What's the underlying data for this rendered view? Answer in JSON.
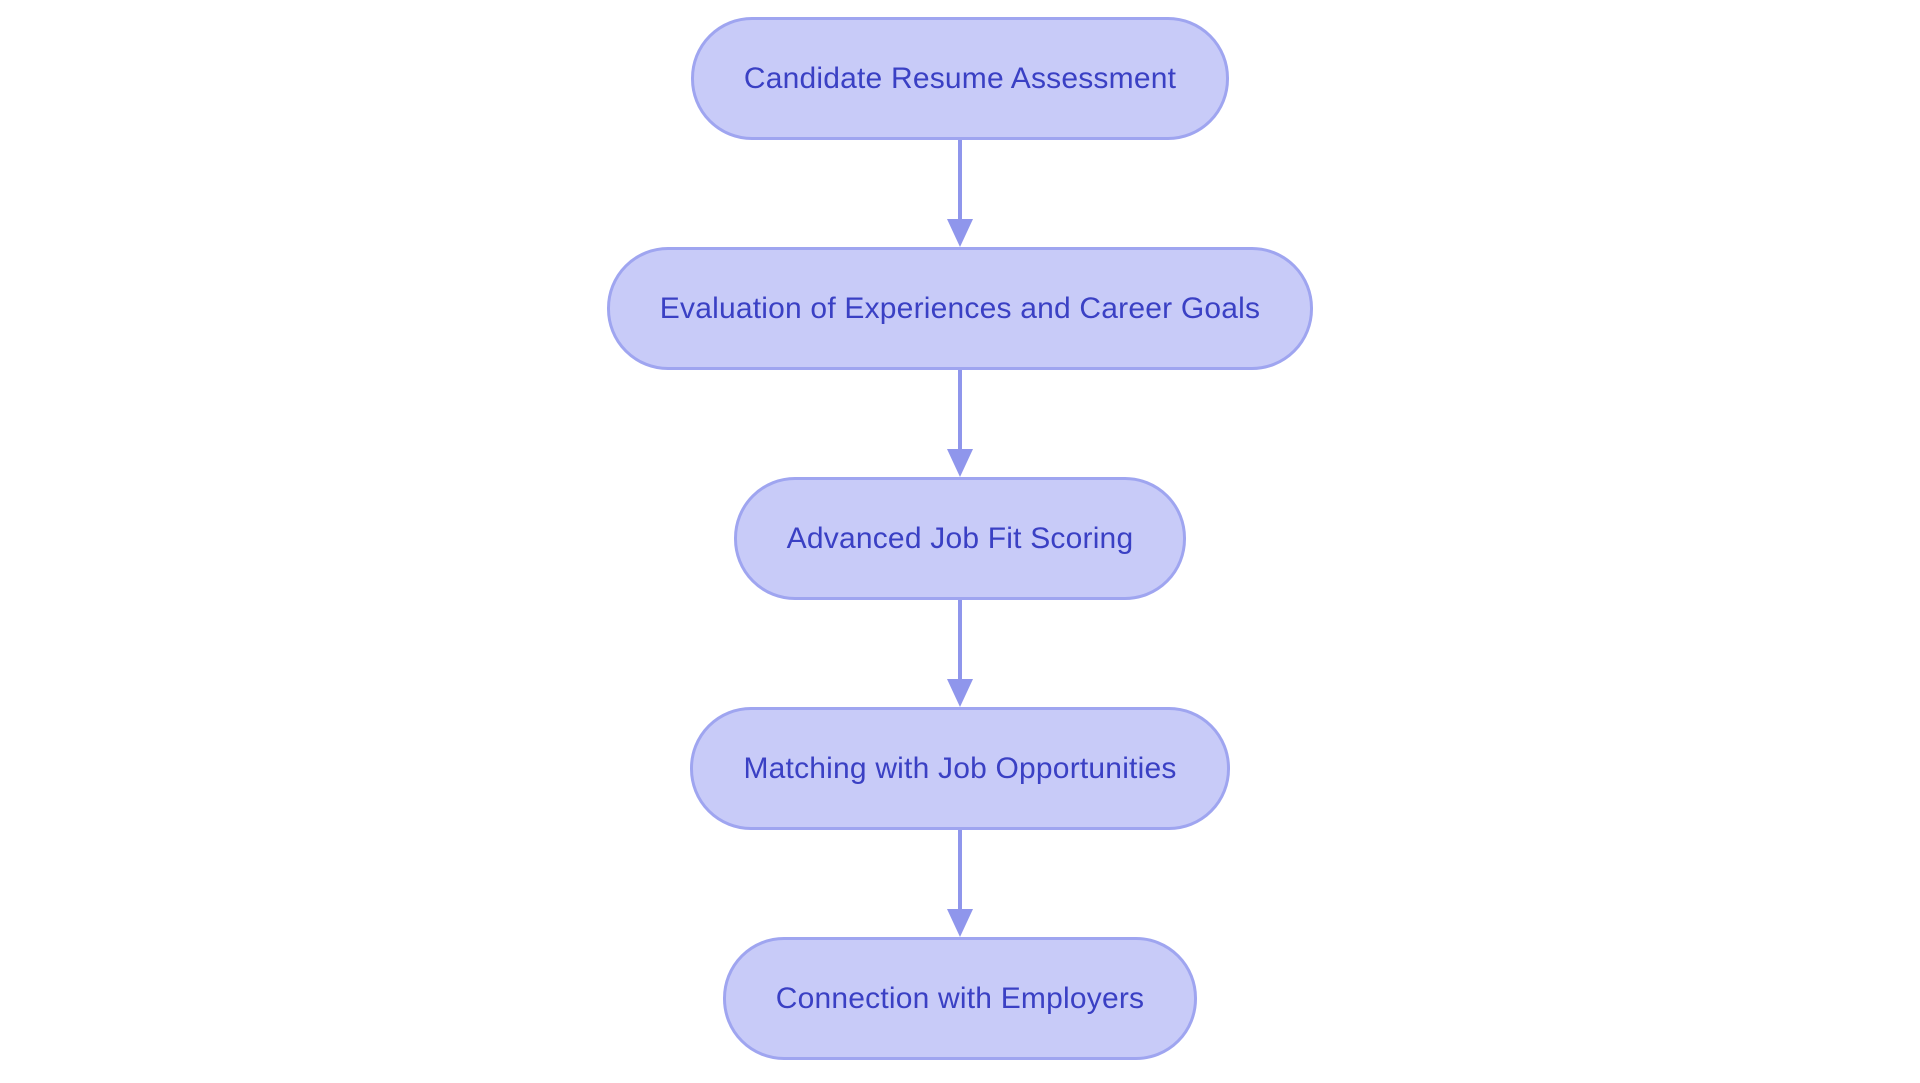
{
  "diagram": {
    "type": "flowchart",
    "direction": "top-down",
    "nodes": [
      {
        "id": "n1",
        "label": "Candidate Resume Assessment"
      },
      {
        "id": "n2",
        "label": "Evaluation of Experiences and Career Goals"
      },
      {
        "id": "n3",
        "label": "Advanced Job Fit Scoring"
      },
      {
        "id": "n4",
        "label": "Matching with Job Opportunities"
      },
      {
        "id": "n5",
        "label": "Connection with Employers"
      }
    ],
    "edges": [
      {
        "from": "n1",
        "to": "n2"
      },
      {
        "from": "n2",
        "to": "n3"
      },
      {
        "from": "n3",
        "to": "n4"
      },
      {
        "from": "n4",
        "to": "n5"
      }
    ]
  },
  "colors": {
    "background": "#ffffff",
    "node-fill": "#c8cbf8",
    "node-border": "#9fa5f0",
    "node-text": "#3a40c4",
    "arrow": "#8f96ec"
  }
}
